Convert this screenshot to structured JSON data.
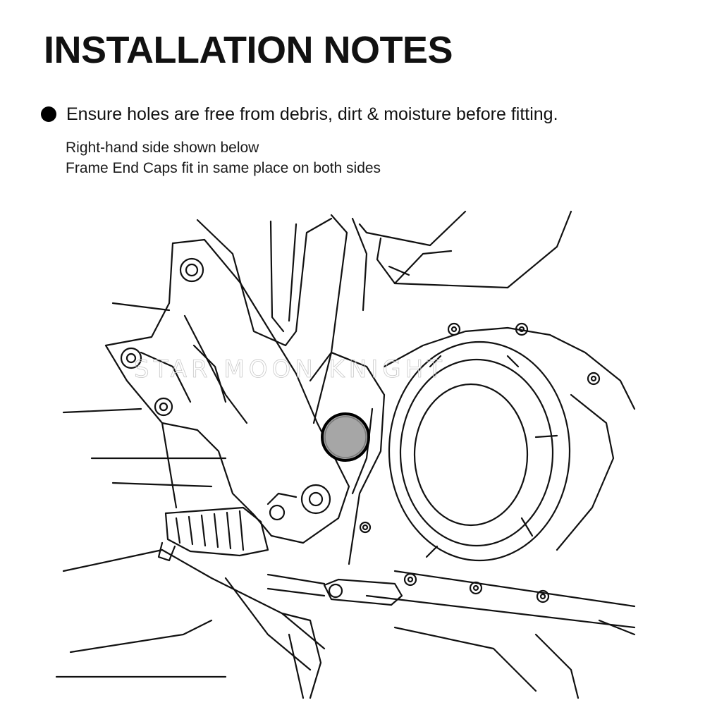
{
  "heading": "INSTALLATION NOTES",
  "note": {
    "bullet_icon": "filled-circle-bullet",
    "text": "Ensure holes are free from debris, dirt & moisture before fitting."
  },
  "details": {
    "line1": "Right-hand side shown below",
    "line2": "Frame End Caps fit in same place on both sides"
  },
  "illustration": {
    "subject": "motorcycle right-hand side frame and footpeg area",
    "highlight_color": "#a6a6a6",
    "watermark": "STAR MOON KNIGHT"
  }
}
